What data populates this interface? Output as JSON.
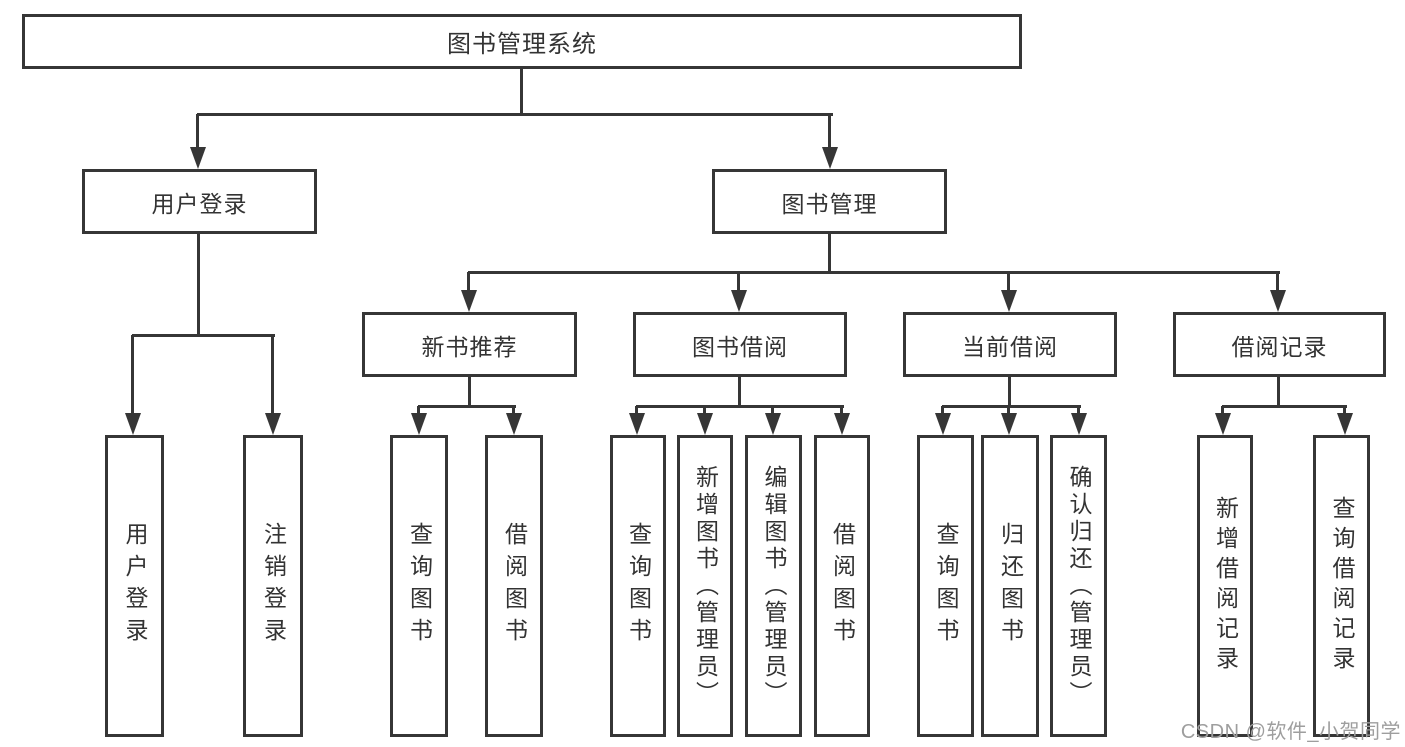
{
  "tree": {
    "root": {
      "label": "图书管理系统"
    },
    "branches": [
      {
        "label": "用户登录",
        "children": [
          {
            "label": "用户登录"
          },
          {
            "label": "注销登录"
          }
        ]
      },
      {
        "label": "图书管理",
        "children": [
          {
            "label": "新书推荐",
            "children": [
              {
                "label": "查询图书"
              },
              {
                "label": "借阅图书"
              }
            ]
          },
          {
            "label": "图书借阅",
            "children": [
              {
                "label": "查询图书"
              },
              {
                "label": "新增图书（管理员）"
              },
              {
                "label": "编辑图书（管理员）"
              },
              {
                "label": "借阅图书"
              }
            ]
          },
          {
            "label": "当前借阅",
            "children": [
              {
                "label": "查询图书"
              },
              {
                "label": "归还图书"
              },
              {
                "label": "确认归还（管理员）"
              }
            ]
          },
          {
            "label": "借阅记录",
            "children": [
              {
                "label": "新增借阅记录"
              },
              {
                "label": "查询借阅记录"
              }
            ]
          }
        ]
      }
    ]
  },
  "watermark": {
    "text": "CSDN @软件_小贺同学"
  },
  "colors": {
    "line": "#363636",
    "text": "#333333",
    "box_background": "#ffffff",
    "page_background": "#ffffff",
    "watermark": "#9e9e9e"
  }
}
